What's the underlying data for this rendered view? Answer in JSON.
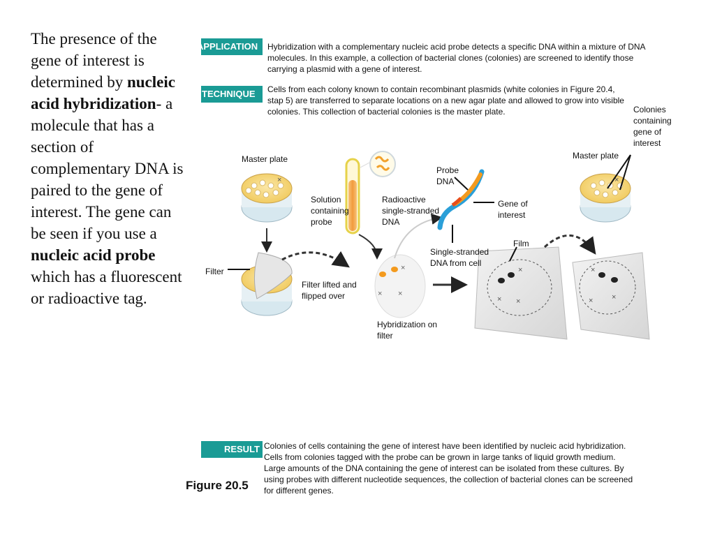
{
  "left_text": {
    "p1": "The presence of the gene of interest is determined by ",
    "bold1": "nucleic acid hybridization",
    "p2": "- a molecule that has a section of complementary DNA is paired to the gene of interest. The gene can be seen if you  use a ",
    "bold2": "nucleic acid probe",
    "p3": " which has a fluorescent or radioactive tag."
  },
  "application": {
    "tag": "APPLICATION",
    "text": "Hybridization with a complementary nucleic acid probe detects a specific DNA within a mixture of DNA molecules. In this example, a collection of bacterial clones (colonies) are screened to identify those carrying a plasmid with a gene of interest."
  },
  "technique": {
    "tag": "TECHNIQUE",
    "text": "Cells from each colony known to contain recombinant plasmids (white colonies in Figure 20.4, stap 5) are transferred to separate locations on a new agar plate and allowed to grow into visible colonies. This collection of bacterial colonies is the master plate."
  },
  "result": {
    "tag": "RESULT",
    "text": "Colonies of cells containing the gene of interest have been identified by nucleic acid hybridization. Cells from colonies tagged with the probe can be grown in large tanks of liquid growth medium. Large amounts of the DNA containing the gene of interest can be isolated from these cultures. By using probes with different nucleotide sequences, the collection of bacterial clones can be screened for different genes."
  },
  "figure_caption": "Figure 20.5",
  "labels": {
    "master_plate_left": "Master plate",
    "master_plate_right": "Master plate",
    "colonies_gene": "Colonies containing gene of interest",
    "solution_probe": "Solution containing probe",
    "probe_dna": "Probe DNA",
    "radioactive_dna": "Radioactive single-stranded DNA",
    "gene_of_interest": "Gene of interest",
    "single_stranded": "Single-stranded DNA from cell",
    "film": "Film",
    "filter": "Filter",
    "filter_lifted": "Filter lifted and flipped over",
    "hybridization": "Hybridization on filter"
  },
  "colors": {
    "accent": "#1a9b95",
    "agar": "#f5d77a",
    "probe_orange": "#f39a1e",
    "ssdna_blue": "#2a9fd8"
  }
}
